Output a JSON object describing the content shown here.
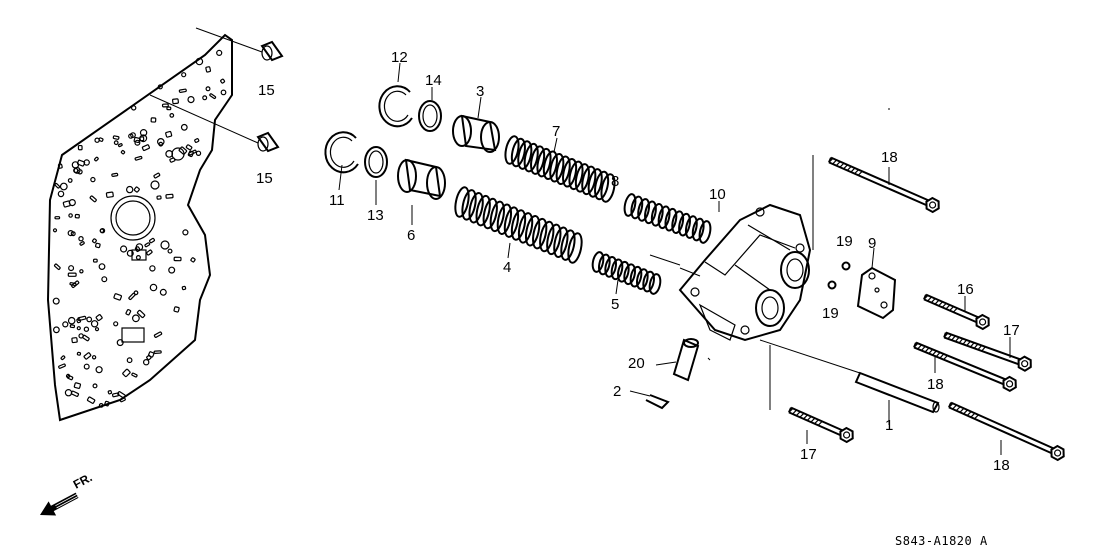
{
  "callouts": [
    {
      "id": "c1",
      "label": "1"
    },
    {
      "id": "c2",
      "label": "2"
    },
    {
      "id": "c3",
      "label": "3"
    },
    {
      "id": "c4",
      "label": "4"
    },
    {
      "id": "c5",
      "label": "5"
    },
    {
      "id": "c6",
      "label": "6"
    },
    {
      "id": "c7",
      "label": "7"
    },
    {
      "id": "c8",
      "label": "8"
    },
    {
      "id": "c9",
      "label": "9"
    },
    {
      "id": "c10",
      "label": "10"
    },
    {
      "id": "c11",
      "label": "11"
    },
    {
      "id": "c12",
      "label": "12"
    },
    {
      "id": "c13",
      "label": "13"
    },
    {
      "id": "c14",
      "label": "14"
    },
    {
      "id": "c15a",
      "label": "15"
    },
    {
      "id": "c15b",
      "label": "15"
    },
    {
      "id": "c16",
      "label": "16"
    },
    {
      "id": "c17a",
      "label": "17"
    },
    {
      "id": "c17b",
      "label": "17"
    },
    {
      "id": "c18a",
      "label": "18"
    },
    {
      "id": "c18b",
      "label": "18"
    },
    {
      "id": "c18c",
      "label": "18"
    },
    {
      "id": "c19a",
      "label": "19"
    },
    {
      "id": "c19b",
      "label": "19"
    },
    {
      "id": "c20",
      "label": "20"
    }
  ],
  "front_indicator": {
    "label": "FR.",
    "icon": "arrow-front-icon"
  },
  "diagram_code": "S843-A1820 A"
}
